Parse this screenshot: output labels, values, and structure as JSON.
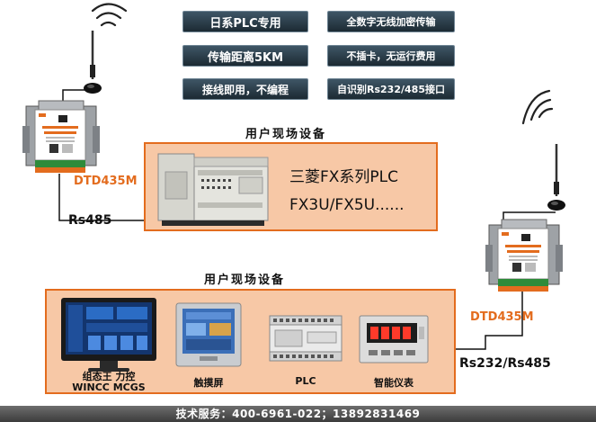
{
  "features": [
    {
      "id": "plc-only",
      "label": "日系PLC专用"
    },
    {
      "id": "encrypted",
      "label": "全数字无线加密传输"
    },
    {
      "id": "distance",
      "label": "传输距离5KM"
    },
    {
      "id": "no-card",
      "label": "不插卡，无运行费用"
    },
    {
      "id": "plug-play",
      "label": "接线即用，不编程"
    },
    {
      "id": "auto-detect",
      "label": "自识别Rs232/485接口"
    }
  ],
  "top_group": {
    "title": "用户现场设备",
    "device_line1": "三菱FX系列PLC",
    "device_line2": "FX3U/FX5U......",
    "module_label": "DTD435M",
    "link_label": "Rs485"
  },
  "bottom_group": {
    "title": "用户现场设备",
    "devices": [
      {
        "id": "scada",
        "label_line1": "组态王 力控",
        "label_line2": "WINCC MCGS"
      },
      {
        "id": "hmi",
        "label_line1": "触摸屏"
      },
      {
        "id": "plc",
        "label_line1": "PLC"
      },
      {
        "id": "meter",
        "label_line1": "智能仪表"
      }
    ],
    "module_label": "DTD435M",
    "link_label": "Rs232/Rs485"
  },
  "footer": {
    "text": "技术服务：400-6961-022；13892831469"
  },
  "colors": {
    "accent": "#e36c1e",
    "box_fill": "#f7c8a6",
    "feature_bg": "#2b3b46"
  }
}
